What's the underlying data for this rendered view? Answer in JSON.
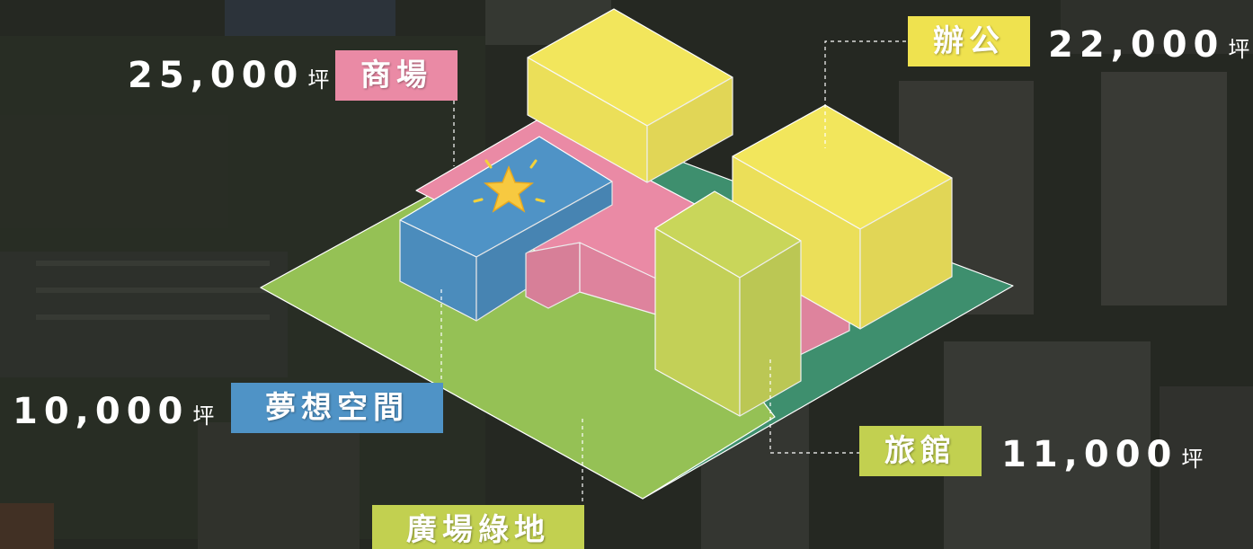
{
  "zones": {
    "mall": {
      "name": "商場",
      "area": "25,000",
      "unit": "坪"
    },
    "office": {
      "name": "辦公",
      "area": "22,000",
      "unit": "坪"
    },
    "dream": {
      "name": "夢想空間",
      "area": "10,000",
      "unit": "坪"
    },
    "hotel": {
      "name": "旅館",
      "area": "11,000",
      "unit": "坪"
    },
    "plaza": {
      "name": "廣場綠地"
    }
  },
  "colors": {
    "mall": "#ea8aa5",
    "office": "#f2e65c",
    "dream": "#4f93c6",
    "hotel": "#c9d65a",
    "plaza": "#95c155",
    "ground_dark": "#3e8f6e",
    "office_tag": "#efe24f",
    "hotel_tag": "#c2d050",
    "plaza_tag": "#c2d050"
  },
  "icons": {
    "highlight": "star-icon"
  }
}
